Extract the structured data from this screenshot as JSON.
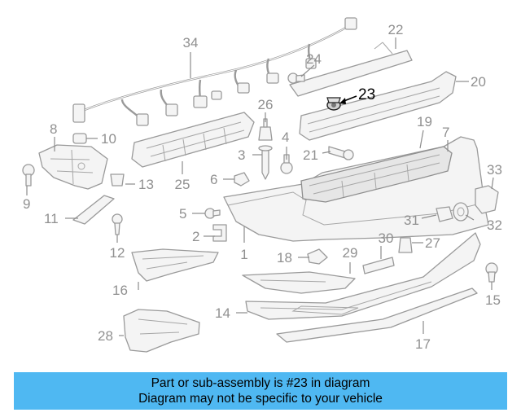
{
  "diagram": {
    "highlight_part": "23",
    "callouts": [
      {
        "id": "1",
        "label": "1"
      },
      {
        "id": "2",
        "label": "2"
      },
      {
        "id": "3",
        "label": "3"
      },
      {
        "id": "4",
        "label": "4"
      },
      {
        "id": "5",
        "label": "5"
      },
      {
        "id": "6",
        "label": "6"
      },
      {
        "id": "7",
        "label": "7"
      },
      {
        "id": "8",
        "label": "8"
      },
      {
        "id": "9",
        "label": "9"
      },
      {
        "id": "10",
        "label": "10"
      },
      {
        "id": "11",
        "label": "11"
      },
      {
        "id": "12",
        "label": "12"
      },
      {
        "id": "13",
        "label": "13"
      },
      {
        "id": "14",
        "label": "14"
      },
      {
        "id": "15",
        "label": "15"
      },
      {
        "id": "16",
        "label": "16"
      },
      {
        "id": "17",
        "label": "17"
      },
      {
        "id": "18",
        "label": "18"
      },
      {
        "id": "19",
        "label": "19"
      },
      {
        "id": "20",
        "label": "20"
      },
      {
        "id": "21",
        "label": "21"
      },
      {
        "id": "22",
        "label": "22"
      },
      {
        "id": "23",
        "label": "23"
      },
      {
        "id": "24",
        "label": "24"
      },
      {
        "id": "25",
        "label": "25"
      },
      {
        "id": "26",
        "label": "26"
      },
      {
        "id": "27",
        "label": "27"
      },
      {
        "id": "28",
        "label": "28"
      },
      {
        "id": "29",
        "label": "29"
      },
      {
        "id": "30",
        "label": "30"
      },
      {
        "id": "31",
        "label": "31"
      },
      {
        "id": "32",
        "label": "32"
      },
      {
        "id": "33",
        "label": "33"
      },
      {
        "id": "34",
        "label": "34"
      }
    ]
  },
  "banner": {
    "line1": "Part or sub-assembly is #23 in diagram",
    "line2": "Diagram may not be specific to your vehicle",
    "background": "#4fb8f2",
    "text_color": "#000000"
  },
  "colors": {
    "line_art": "#9a9a9a",
    "label": "#909090",
    "highlight": "#000000"
  }
}
